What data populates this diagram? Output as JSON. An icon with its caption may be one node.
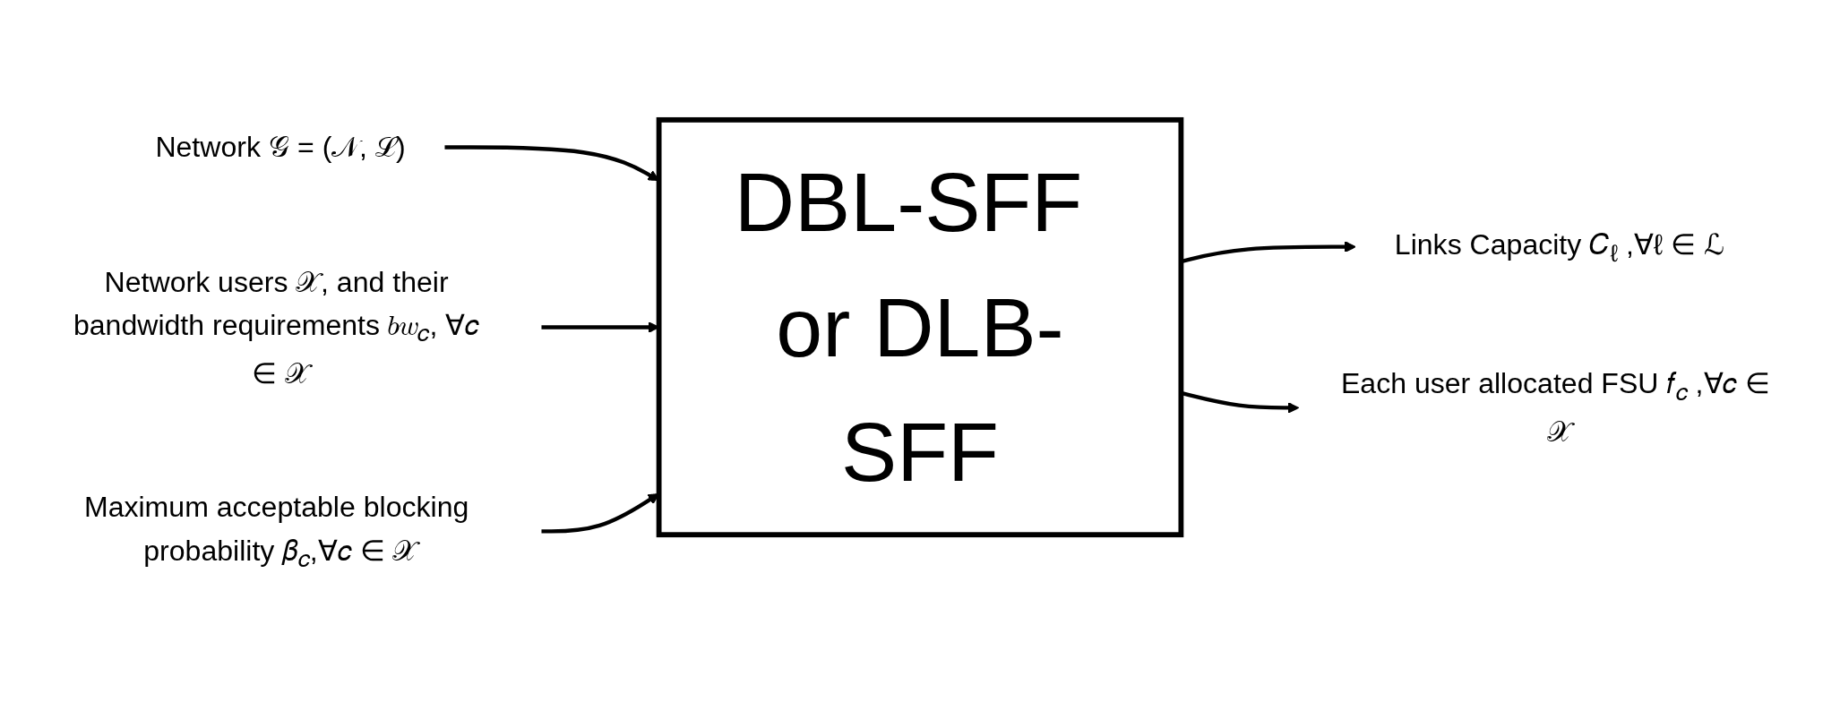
{
  "diagram": {
    "nodes": [
      {
        "text": [
          "DBL-SFF or DLB-SFF"
        ]
      },
      {
        "text": [
          "Network 𝒢 = (𝒩, ℒ)"
        ]
      },
      {
        "text": [
          "Network users 𝒳, and their bandwidth requirements 𝑏𝑤$_{𝑐}$, ∀𝑐 ∈ 𝒳"
        ]
      },
      {
        "text": [
          "Maximum acceptable blocking probability 𝛽$_{𝑐}$,∀𝑐 ∈ 𝒳"
        ]
      },
      {
        "text": [
          "Links Capacity 𝐶$_{ℓ}$ ,∀ℓ ∈ ℒ"
        ]
      },
      {
        "text": [
          "Each user allocated FSU 𝑓$_{𝑐}$ ,∀𝑐 ∈ 𝒳"
        ]
      }
    ],
    "edges": [
      {
        "from": 1,
        "to": 0,
        "arrow": "to"
      },
      {
        "from": 2,
        "to": 0,
        "arrow": "to"
      },
      {
        "from": 3,
        "to": 0,
        "arrow": "to"
      },
      {
        "from": 0,
        "to": 4,
        "arrow": "to"
      },
      {
        "from": 0,
        "to": 5,
        "arrow": "to"
      }
    ]
  }
}
